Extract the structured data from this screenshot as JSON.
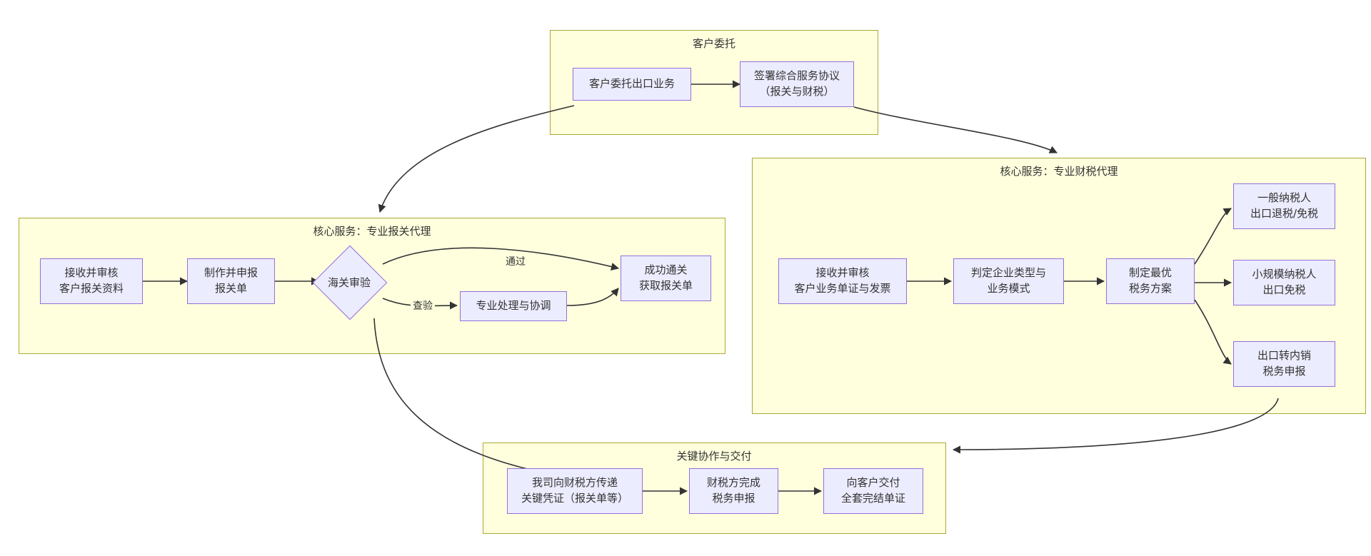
{
  "diagram": {
    "type": "flowchart",
    "title_visible": false,
    "colors": {
      "cluster_fill": "#ffffde",
      "cluster_stroke": "#aaaa33",
      "node_fill": "#ececff",
      "node_stroke": "#9370db",
      "edge_stroke": "#333333",
      "text": "#333333",
      "background": "#ffffff"
    },
    "clusters": [
      {
        "id": "c_client",
        "label": "客户委托"
      },
      {
        "id": "c_customs",
        "label": "核心服务：专业报关代理"
      },
      {
        "id": "c_tax",
        "label": "核心服务：专业财税代理"
      },
      {
        "id": "c_deliver",
        "label": "关键协作与交付"
      }
    ],
    "nodes": [
      {
        "id": "n1",
        "cluster": "c_client",
        "shape": "rect",
        "lines": [
          "客户委托出口业务"
        ]
      },
      {
        "id": "n2",
        "cluster": "c_client",
        "shape": "rect",
        "lines": [
          "签署综合服务协议",
          "（报关与财税）"
        ]
      },
      {
        "id": "n3",
        "cluster": "c_customs",
        "shape": "rect",
        "lines": [
          "接收并审核",
          "客户报关资料"
        ]
      },
      {
        "id": "n4",
        "cluster": "c_customs",
        "shape": "rect",
        "lines": [
          "制作并申报",
          "报关单"
        ]
      },
      {
        "id": "n5",
        "cluster": "c_customs",
        "shape": "diamond",
        "lines": [
          "海关审验"
        ]
      },
      {
        "id": "n6",
        "cluster": "c_customs",
        "shape": "rect",
        "lines": [
          "专业处理与协调"
        ]
      },
      {
        "id": "n7",
        "cluster": "c_customs",
        "shape": "rect",
        "lines": [
          "成功通关",
          "获取报关单"
        ]
      },
      {
        "id": "n8",
        "cluster": "c_tax",
        "shape": "rect",
        "lines": [
          "接收并审核",
          "客户业务单证与发票"
        ]
      },
      {
        "id": "n9",
        "cluster": "c_tax",
        "shape": "rect",
        "lines": [
          "判定企业类型与",
          "业务模式"
        ]
      },
      {
        "id": "n10",
        "cluster": "c_tax",
        "shape": "rect",
        "lines": [
          "制定最优",
          "税务方案"
        ]
      },
      {
        "id": "n11",
        "cluster": "c_tax",
        "shape": "rect",
        "lines": [
          "一般纳税人",
          "出口退税/免税"
        ]
      },
      {
        "id": "n12",
        "cluster": "c_tax",
        "shape": "rect",
        "lines": [
          "小规模纳税人",
          "出口免税"
        ]
      },
      {
        "id": "n13",
        "cluster": "c_tax",
        "shape": "rect",
        "lines": [
          "出口转内销",
          "税务申报"
        ]
      },
      {
        "id": "n14",
        "cluster": "c_deliver",
        "shape": "rect",
        "lines": [
          "我司向财税方传递",
          "关键凭证（报关单等）"
        ]
      },
      {
        "id": "n15",
        "cluster": "c_deliver",
        "shape": "rect",
        "lines": [
          "财税方完成",
          "税务申报"
        ]
      },
      {
        "id": "n16",
        "cluster": "c_deliver",
        "shape": "rect",
        "lines": [
          "向客户交付",
          "全套完结单证"
        ]
      }
    ],
    "edges": [
      {
        "from": "n1",
        "to": "n2",
        "label": ""
      },
      {
        "from": "n2",
        "to": "n3",
        "label": ""
      },
      {
        "from": "n2",
        "to": "n8",
        "label": ""
      },
      {
        "from": "n3",
        "to": "n4",
        "label": ""
      },
      {
        "from": "n4",
        "to": "n5",
        "label": ""
      },
      {
        "from": "n5",
        "to": "n7",
        "label": "通过"
      },
      {
        "from": "n5",
        "to": "n6",
        "label": "查验"
      },
      {
        "from": "n6",
        "to": "n7",
        "label": ""
      },
      {
        "from": "n5",
        "to": "n14",
        "label": ""
      },
      {
        "from": "n8",
        "to": "n9",
        "label": ""
      },
      {
        "from": "n9",
        "to": "n10",
        "label": ""
      },
      {
        "from": "n10",
        "to": "n11",
        "label": ""
      },
      {
        "from": "n10",
        "to": "n12",
        "label": ""
      },
      {
        "from": "n10",
        "to": "n13",
        "label": ""
      },
      {
        "from": "n13",
        "to": "n14",
        "label": ""
      },
      {
        "from": "n14",
        "to": "n15",
        "label": ""
      },
      {
        "from": "n15",
        "to": "n16",
        "label": ""
      }
    ],
    "edge_labels": [
      {
        "id": "el_pass",
        "text": "通过"
      },
      {
        "id": "el_inspect",
        "text": "查验"
      }
    ]
  }
}
